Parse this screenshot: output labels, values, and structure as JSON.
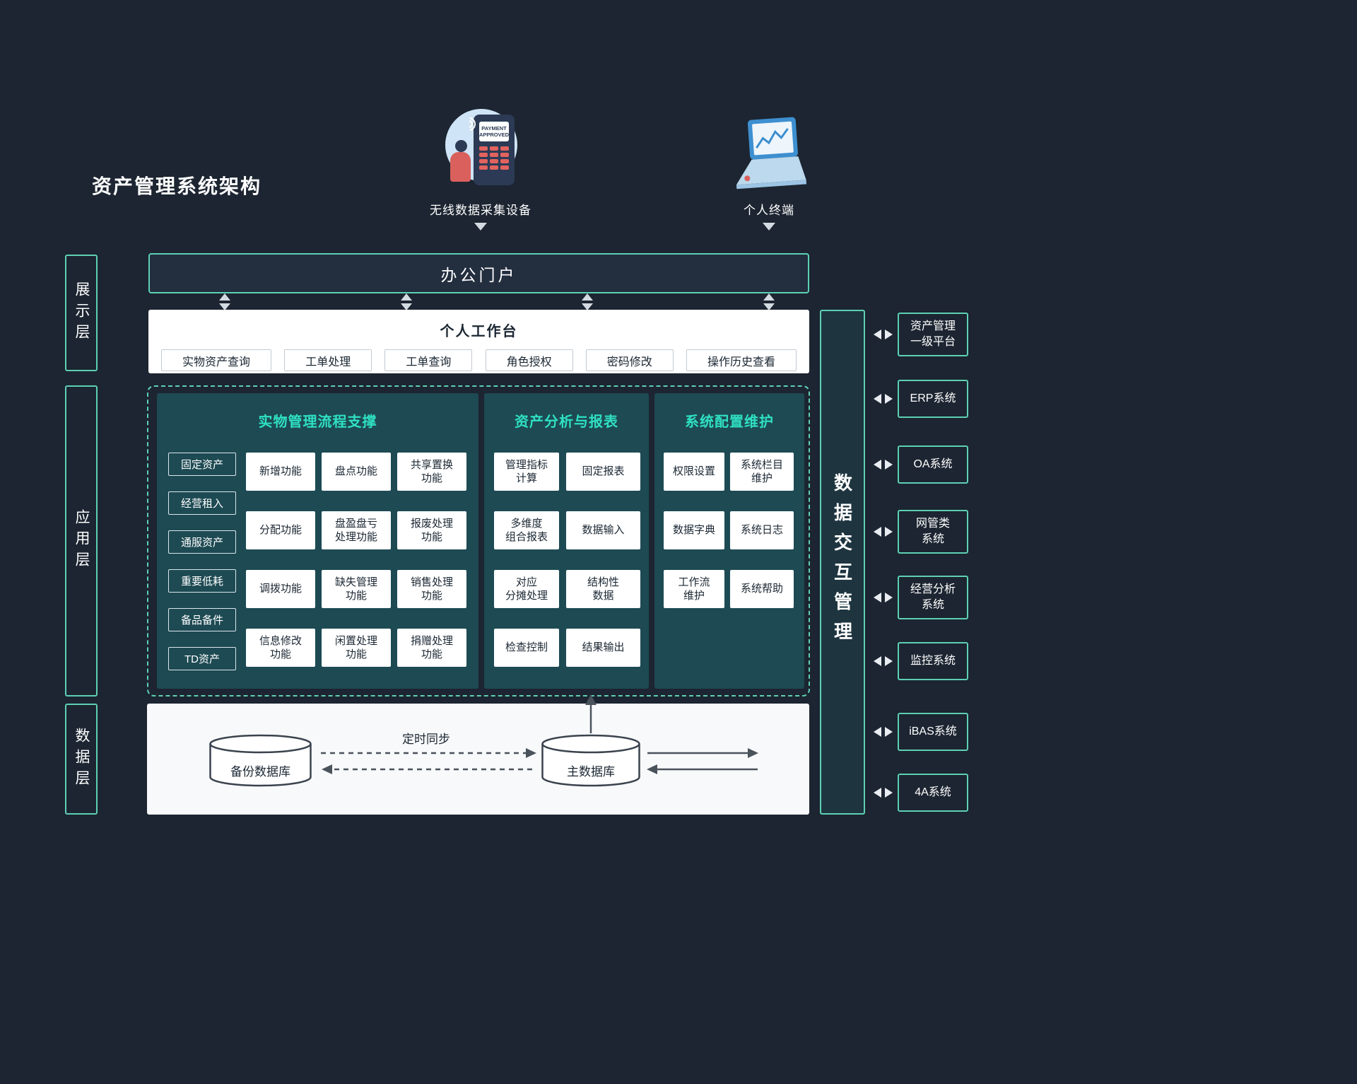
{
  "page": {
    "title": "资产管理系统架构"
  },
  "theme": {
    "background": "#1c2531",
    "accent": "#5ed0b4",
    "heading": "#2fe0c2",
    "panel": "#1d4a53",
    "panel_dark": "#232e3f",
    "arrow_light": "#d4dae1",
    "arrow_dark": "#4a525c",
    "text_dark": "#1b2733"
  },
  "icons": {
    "device1": "payment-terminal-icon",
    "device2": "laptop-icon",
    "connector_down": "down-arrow-icon",
    "connector_vertical": "up-down-arrow-icon",
    "connector_horizontal": "left-right-arrow-icon"
  },
  "devices": [
    {
      "label": "无线数据采集设备",
      "screen_line1": "PAYMENT",
      "screen_line2": "APPROVED"
    },
    {
      "label": "个人终端"
    }
  ],
  "layer_labels": {
    "display": "展示层",
    "application": "应用层",
    "data": "数据层"
  },
  "portal": {
    "label": "办公门户"
  },
  "workbench": {
    "title": "个人工作台",
    "buttons": [
      "实物资产查询",
      "工单处理",
      "工单查询",
      "角色授权",
      "密码修改",
      "操作历史查看"
    ]
  },
  "app_layer": {
    "columns": [
      {
        "title": "实物管理流程支撑",
        "categories": [
          "固定资产",
          "经营租入",
          "通服资产",
          "重要低耗",
          "备品备件",
          "TD资产"
        ],
        "functions": [
          "新增功能",
          "盘点功能",
          "共享置换\n功能",
          "分配功能",
          "盘盈盘亏\n处理功能",
          "报废处理\n功能",
          "调拨功能",
          "缺失管理\n功能",
          "销售处理\n功能",
          "信息修改\n功能",
          "闲置处理\n功能",
          "捐赠处理\n功能"
        ]
      },
      {
        "title": "资产分析与报表",
        "functions": [
          "管理指标\n计算",
          "固定报表",
          "多维度\n组合报表",
          "数据输入",
          "对应\n分摊处理",
          "结构性\n数据",
          "检查控制",
          "结果输出"
        ]
      },
      {
        "title": "系统配置维护",
        "functions": [
          "权限设置",
          "系统栏目\n维护",
          "数据字典",
          "系统日志",
          "工作流\n维护",
          "系统帮助"
        ]
      }
    ]
  },
  "data_layer": {
    "backup_db": "备份数据库",
    "main_db": "主数据库",
    "sync_label": "定时同步"
  },
  "interaction": {
    "title": "数据交互管理"
  },
  "external_systems": [
    "资产管理\n一级平台",
    "ERP系统",
    "OA系统",
    "网管类\n系统",
    "经营分析\n系统",
    "监控系统",
    "iBAS系统",
    "4A系统"
  ]
}
